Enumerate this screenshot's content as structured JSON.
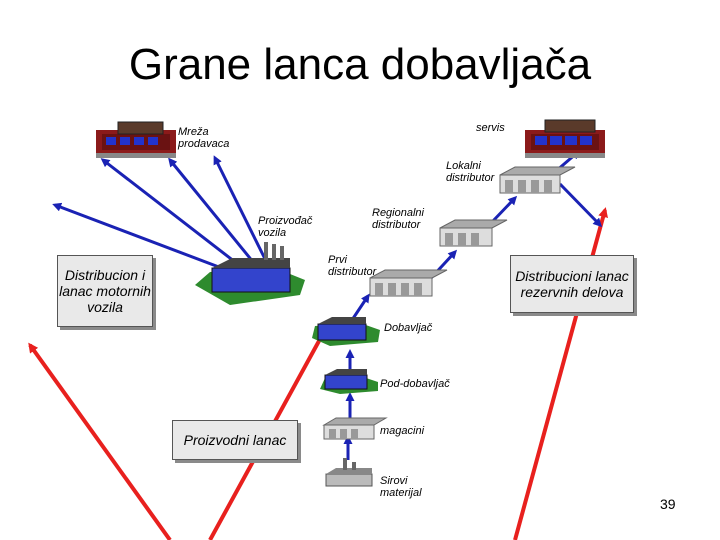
{
  "title": "Grane lanca dobavljača",
  "labels": {
    "servis": "servis",
    "mreza": "Mreža prodavaca",
    "lokalni": "Lokalni distributor",
    "regionalni": "Regionalni distributor",
    "proizvodjac": "Proizvođač vozila",
    "prvi": "Prvi distributor",
    "dobavljac": "Dobavljač",
    "pod_dobavljac": "Pod-dobavljač",
    "magacini": "magacini",
    "sirovi": "Sirovi materijal"
  },
  "boxes": {
    "motorna": "Distribucion i lanac motornih vozila",
    "rezervni": "Distribucioni lanac rezervnih delova",
    "proizvodni": "Proizvodni lanac"
  },
  "page_number": "39",
  "colors": {
    "red_arrow": "#e8201e",
    "blue_arrow": "#1a22b4",
    "store_roof": "#8b1a1a",
    "factory_base": "#2e8b2e"
  }
}
